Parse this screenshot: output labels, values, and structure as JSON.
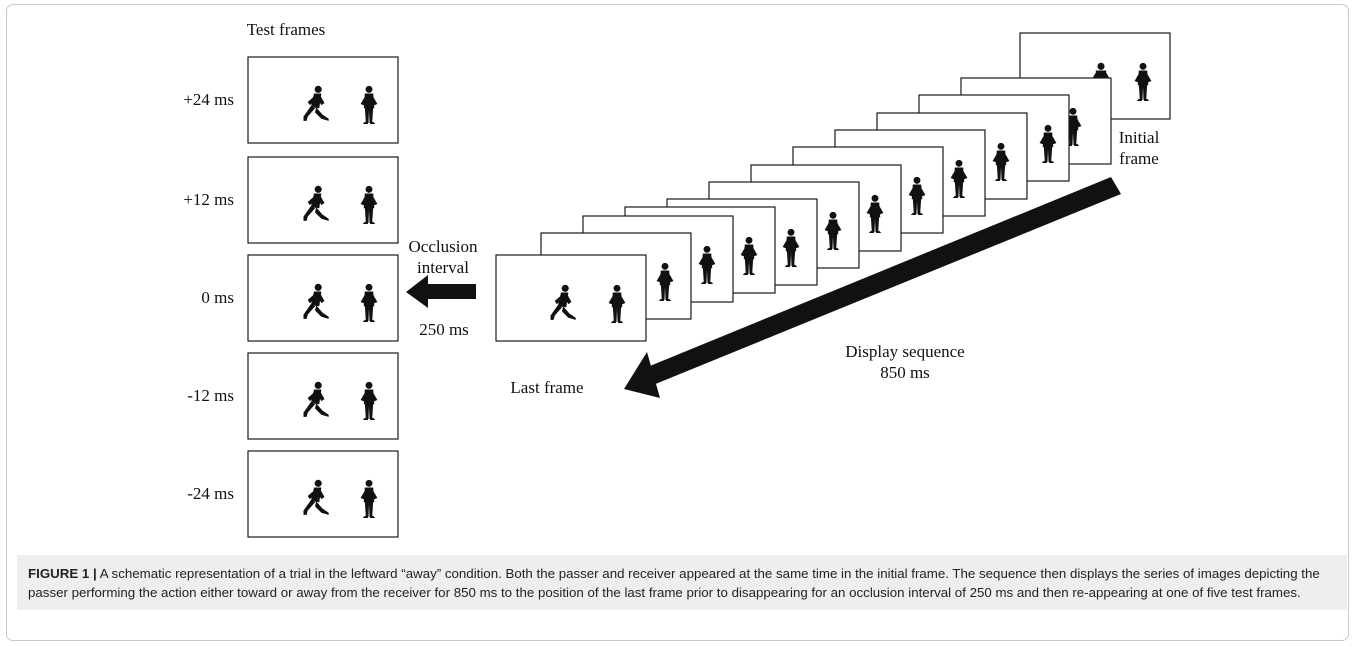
{
  "diagram": {
    "test_frames_title": "Test frames",
    "test_frames": [
      {
        "label": "+24 ms"
      },
      {
        "label": "+12 ms"
      },
      {
        "label": "0 ms"
      },
      {
        "label": "-12 ms"
      },
      {
        "label": "-24 ms"
      }
    ],
    "occlusion_label_line1": "Occlusion",
    "occlusion_label_line2": "interval",
    "occlusion_duration": "250 ms",
    "last_frame_label": "Last frame",
    "initial_frame_line1": "Initial",
    "initial_frame_line2": "frame",
    "display_sequence_label": "Display sequence",
    "display_sequence_duration": "850 ms"
  },
  "caption": {
    "label": "FIGURE 1 |",
    "text": "A schematic representation of a trial in the leftward “away” condition. Both the passer and receiver appeared at the same time in the initial frame. The sequence then displays the series of images depicting the passer performing the action either toward or away from the receiver for 850 ms to the position of the last frame prior to disappearing for an occlusion interval of 250 ms and then re-appearing at one of five test frames."
  },
  "colors": {
    "border": "#c9c9c9",
    "caption_bg": "#eeeeee",
    "figure": "#111111"
  }
}
